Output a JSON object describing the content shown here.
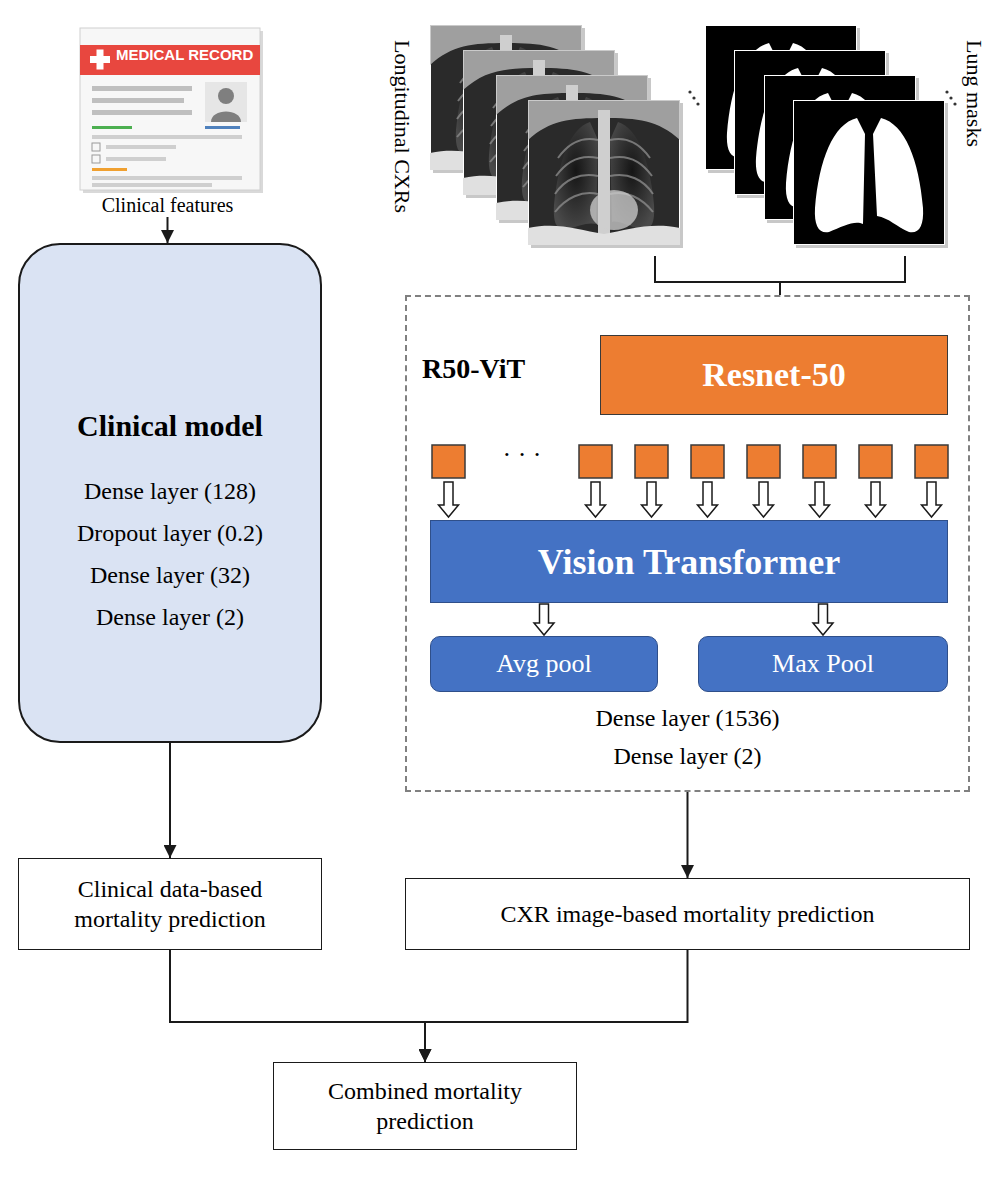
{
  "diagram": {
    "nodes": [
      {
        "text": [
          "MEDICAL RECORD",
          "Clinical features"
        ]
      },
      {
        "text": [
          "Longitudinal CXRs"
        ]
      },
      {
        "text": [
          "Lung masks"
        ]
      },
      {
        "text": [
          "Clinical model",
          "Dense layer (128)",
          "Dropout layer (0.2)",
          "Dense layer (32)",
          "Dense layer (2)"
        ]
      },
      {
        "text": [
          "R50-ViT",
          "Dense layer (1536)",
          "Dense layer (2)"
        ]
      },
      {
        "text": [
          "Resnet-50"
        ],
        "in": 4
      },
      {
        "text": [
          "Vision Transformer"
        ],
        "in": 4
      },
      {
        "text": [
          "Avg pool"
        ],
        "in": 4
      },
      {
        "text": [
          "Max Pool"
        ],
        "in": 4
      },
      {
        "text": [
          "Clinical data-based mortality prediction"
        ]
      },
      {
        "text": [
          "CXR image-based mortality prediction"
        ]
      },
      {
        "text": [
          "Combined mortality prediction"
        ]
      }
    ],
    "edges": [
      {
        "from": 0,
        "to": 3,
        "arrow": "to"
      },
      {
        "from": 1,
        "to": 4,
        "arrow": "none"
      },
      {
        "from": 2,
        "to": 4,
        "arrow": "none"
      },
      {
        "from": 6,
        "to": 7,
        "arrow": "to"
      },
      {
        "from": 6,
        "to": 8,
        "arrow": "to"
      },
      {
        "from": 3,
        "to": 9,
        "arrow": "to"
      },
      {
        "from": 4,
        "to": 10,
        "arrow": "to"
      },
      {
        "from": 9,
        "to": 11,
        "arrow": "to"
      },
      {
        "from": 10,
        "to": 11,
        "arrow": "to"
      }
    ],
    "labels": [
      "· · ·"
    ]
  }
}
